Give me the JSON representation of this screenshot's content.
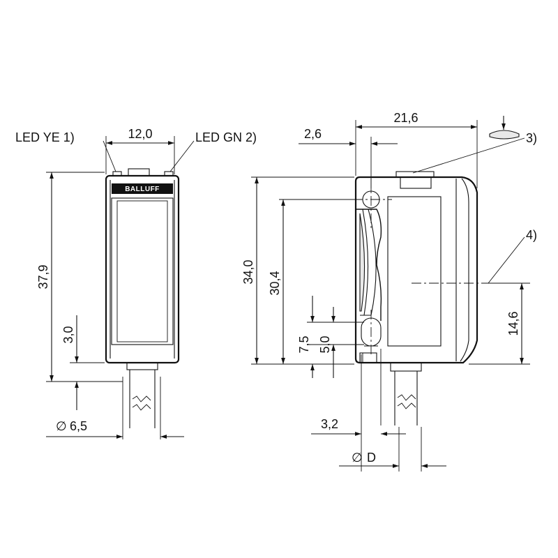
{
  "labels": {
    "led_ye": "LED YE 1)",
    "led_gn": "LED GN 2)",
    "brand": "BALLUFF",
    "note_3": "3)",
    "note_4": "4)"
  },
  "dimensions": {
    "width_front": "12,0",
    "height_total": "37,9",
    "offset_3": "3,0",
    "diameter_cable": "6,5",
    "depth": "21,6",
    "hole_offset": "2,6",
    "height_body": "34,0",
    "hole_pitch": "30,4",
    "slot_7_5": "7,5",
    "slot_5_0": "5,0",
    "optical_axis": "14,6",
    "offset_3_2": "3,2",
    "diameter_d": "D"
  },
  "symbols": {
    "diameter": "∅"
  }
}
